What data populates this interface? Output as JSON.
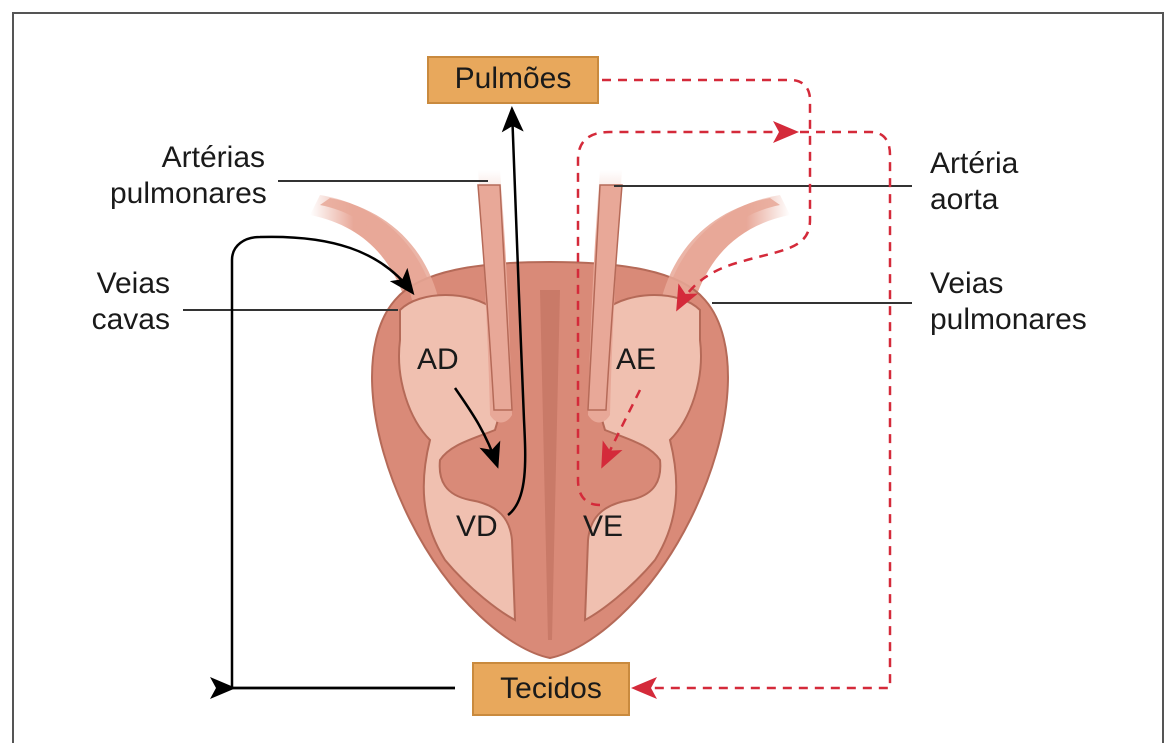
{
  "boxes": {
    "lungs": "Pulmões",
    "tissues": "Tecidos"
  },
  "labels": {
    "pulmonary_arteries": [
      "Artérias",
      "pulmonares"
    ],
    "aorta": [
      "Artéria",
      "aorta"
    ],
    "vena_cava": [
      "Veias",
      "cavas"
    ],
    "pulmonary_veins": [
      "Veias",
      "pulmonares"
    ]
  },
  "chambers": {
    "ra": "AD",
    "la": "AE",
    "rv": "VD",
    "lv": "VE"
  },
  "colors": {
    "heart_outer": "#d98a78",
    "heart_inner": "#f0c0b0",
    "vessel": "#e8a898",
    "venous_arrow": "#000000",
    "arterial_arrow": "#d42a3a",
    "box_fill": "#e8a85c"
  }
}
